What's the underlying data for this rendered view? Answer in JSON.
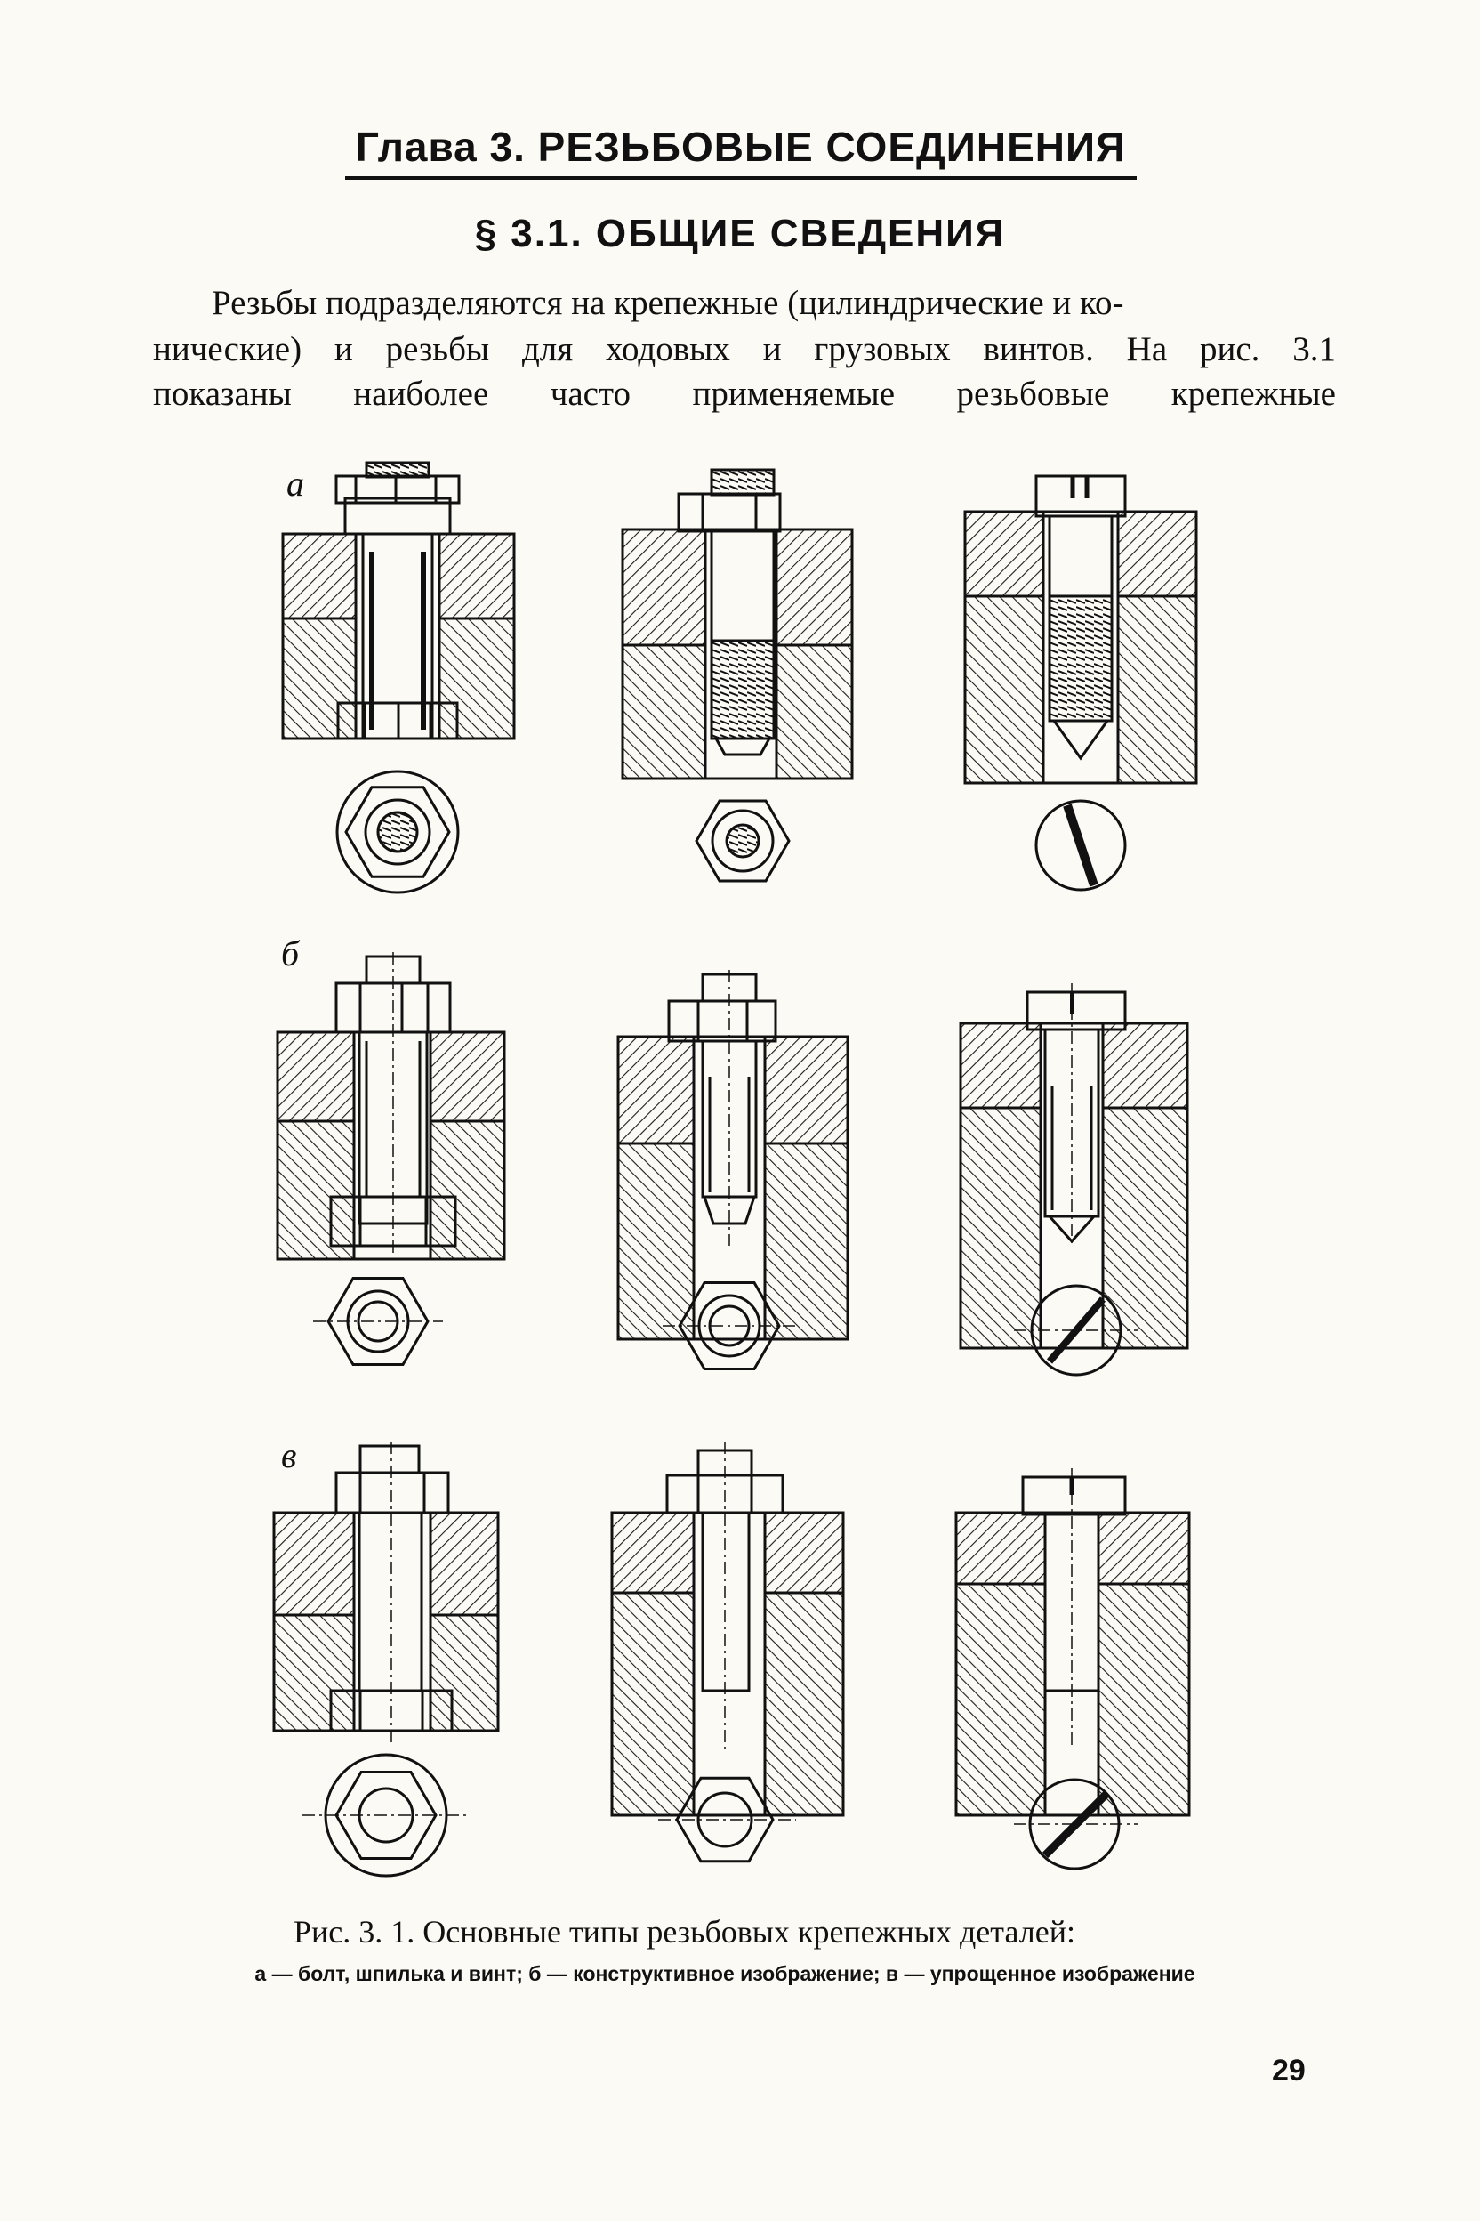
{
  "header": {
    "chapter_title": "Глава 3. РЕЗЬБОВЫЕ СОЕДИНЕНИЯ",
    "section_title": "§ 3.1. ОБЩИЕ СВЕДЕНИЯ"
  },
  "body": {
    "line1": "Резьбы подразделяются на крепежные (цилиндрические и ко-",
    "line2": "нические) и резьбы для ходовых и грузовых винтов. На рис. 3.1",
    "line3": "показаны наиболее часто применяемые резьбовые крепежные"
  },
  "figure": {
    "row_labels": [
      "а",
      "б",
      "в"
    ],
    "caption": "Рис. 3. 1. Основные типы резьбовых крепежных деталей:",
    "caption_detail": "а — болт, шпилька и винт; б — конструктивное изображение; в — упрощенное изображение"
  },
  "page_number": "29"
}
